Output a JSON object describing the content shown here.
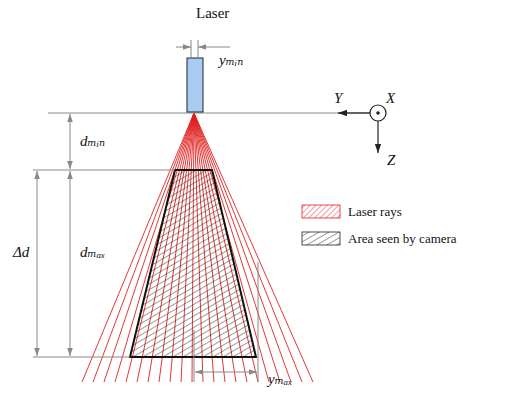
{
  "diagram": {
    "labels": [
      "Laser",
      "yₘᵢₙ",
      "Y",
      "X",
      "Z",
      "dₘᵢₙ",
      "Δd",
      "dₘₐₓ",
      "yₘₐₓ"
    ],
    "legend": [
      {
        "text": "Laser rays"
      },
      {
        "text": "Area seen by camera"
      }
    ]
  }
}
